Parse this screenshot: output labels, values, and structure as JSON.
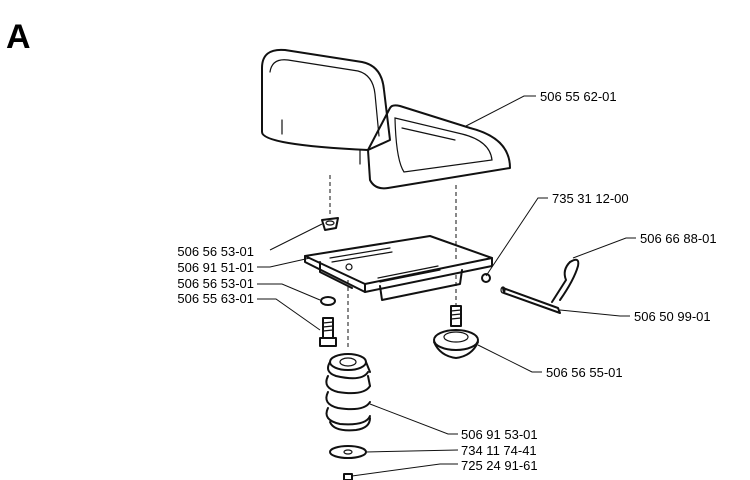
{
  "section_letter": "A",
  "parts": [
    {
      "id": "p1",
      "number": "506 55 62-01"
    },
    {
      "id": "p2",
      "number": "735 31 12-00"
    },
    {
      "id": "p3",
      "number": "506 66 88-01"
    },
    {
      "id": "p4",
      "number": "506 56 53-01"
    },
    {
      "id": "p5",
      "number": "506 91 51-01"
    },
    {
      "id": "p6",
      "number": "506 56 53-01"
    },
    {
      "id": "p7",
      "number": "506 55 63-01"
    },
    {
      "id": "p8",
      "number": "506 50 99-01"
    },
    {
      "id": "p9",
      "number": "506 56 55-01"
    },
    {
      "id": "p10",
      "number": "506 91 53-01"
    },
    {
      "id": "p11",
      "number": "734 11 74-41"
    },
    {
      "id": "p12",
      "number": "725 24 91-61"
    }
  ]
}
